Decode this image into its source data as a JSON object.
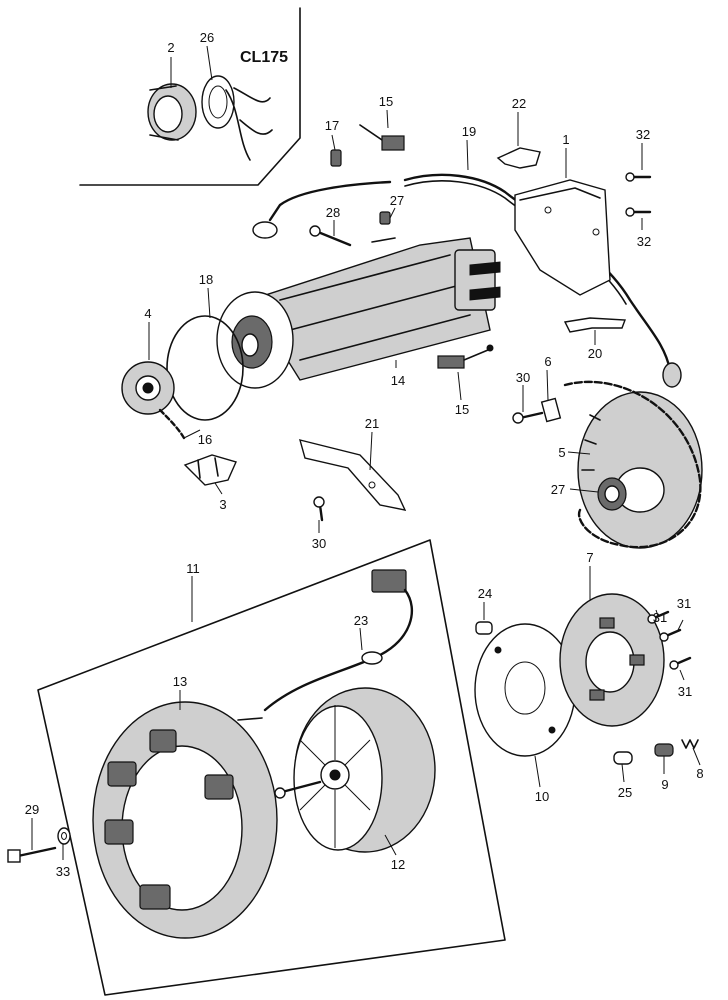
{
  "model_label": "CL175",
  "callouts": {
    "c1": "1",
    "c2": "2",
    "c3": "3",
    "c4": "4",
    "c5": "5",
    "c6": "6",
    "c7": "7",
    "c8": "8",
    "c9": "9",
    "c10": "10",
    "c11": "11",
    "c12": "12",
    "c13": "13",
    "c14": "14",
    "c15a": "15",
    "c15b": "15",
    "c16": "16",
    "c17": "17",
    "c18": "18",
    "c19": "19",
    "c20": "20",
    "c21": "21",
    "c22": "22",
    "c23": "23",
    "c24": "24",
    "c25": "25",
    "c26": "26",
    "c27a": "27",
    "c27b": "27",
    "c28": "28",
    "c29": "29",
    "c30a": "30",
    "c30b": "30",
    "c31a": "31",
    "c31b": "31",
    "c31c": "31",
    "c32a": "32",
    "c32b": "32",
    "c33": "33"
  }
}
